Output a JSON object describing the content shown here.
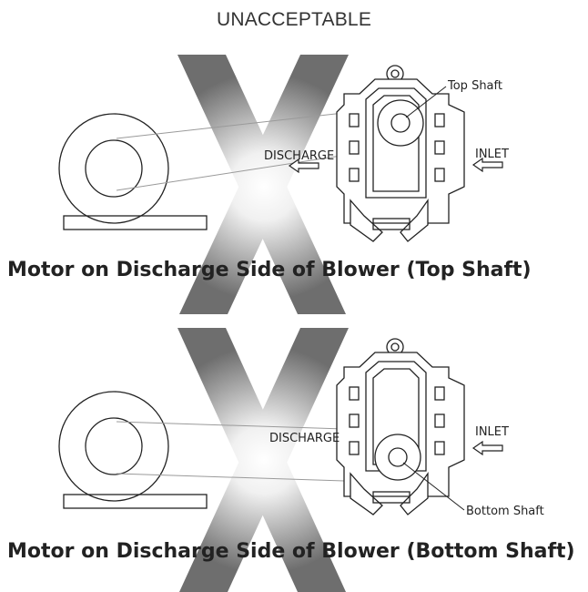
{
  "heading": "UNACCEPTABLE",
  "diagrams": [
    {
      "caption": "Motor on Discharge Side of Blower (Top Shaft)",
      "shaft_label": "Top Shaft",
      "discharge_label": "DISCHARGE",
      "inlet_label": "INLET"
    },
    {
      "caption": "Motor on Discharge Side of Blower (Bottom Shaft)",
      "shaft_label": "Bottom Shaft",
      "discharge_label": "DISCHARGE",
      "inlet_label": "INLET"
    }
  ],
  "colors": {
    "cross": "#6e6e6e",
    "line": "#222222",
    "belt": "#9a9a9a"
  },
  "icons": {
    "cross": "x-mark-icon",
    "arrow": "flow-arrow-icon"
  }
}
